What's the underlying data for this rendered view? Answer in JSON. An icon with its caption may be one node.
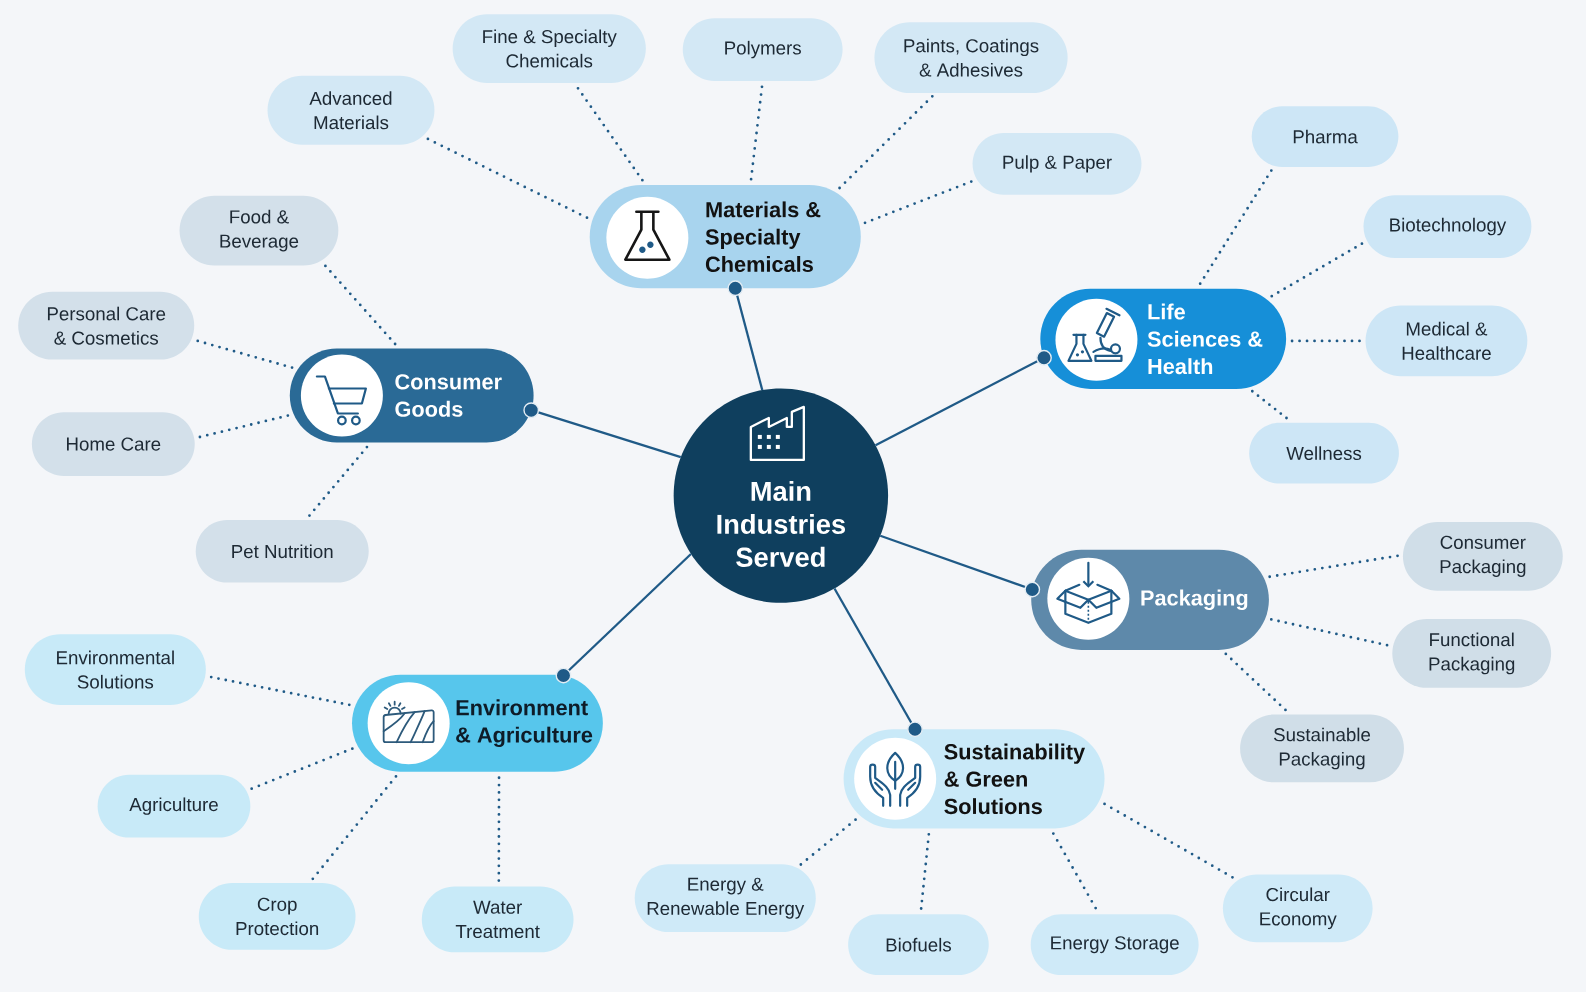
{
  "diagram": {
    "nodes": [
      {
        "text": [
          "Main Industries Served"
        ]
      },
      {
        "text": [
          "Materials & Specialty Chemicals"
        ]
      },
      {
        "text": [
          "Advanced Materials"
        ]
      },
      {
        "text": [
          "Fine & Specialty Chemicals"
        ]
      },
      {
        "text": [
          "Polymers"
        ]
      },
      {
        "text": [
          "Paints, Coatings & Adhesives"
        ]
      },
      {
        "text": [
          "Pulp & Paper"
        ]
      },
      {
        "text": [
          "Life Sciences & Health"
        ]
      },
      {
        "text": [
          "Pharma"
        ]
      },
      {
        "text": [
          "Biotechnology"
        ]
      },
      {
        "text": [
          "Medical & Healthcare"
        ]
      },
      {
        "text": [
          "Wellness"
        ]
      },
      {
        "text": [
          "Packaging"
        ]
      },
      {
        "text": [
          "Consumer Packaging"
        ]
      },
      {
        "text": [
          "Functional Packaging"
        ]
      },
      {
        "text": [
          "Sustainable Packaging"
        ]
      },
      {
        "text": [
          "Sustainability & Green Solutions"
        ]
      },
      {
        "text": [
          "Energy & Renewable Energy"
        ]
      },
      {
        "text": [
          "Biofuels"
        ]
      },
      {
        "text": [
          "Energy Storage"
        ]
      },
      {
        "text": [
          "Circular Economy"
        ]
      },
      {
        "text": [
          "Environment & Agriculture"
        ]
      },
      {
        "text": [
          "Environmental Solutions"
        ]
      },
      {
        "text": [
          "Agriculture"
        ]
      },
      {
        "text": [
          "Crop Protection"
        ]
      },
      {
        "text": [
          "Water Treatment"
        ]
      },
      {
        "text": [
          "Consumer Goods"
        ]
      },
      {
        "text": [
          "Food & Beverage"
        ]
      },
      {
        "text": [
          "Personal Care & Cosmetics"
        ]
      },
      {
        "text": [
          "Home Care"
        ]
      },
      {
        "text": [
          "Pet Nutrition"
        ]
      }
    ],
    "edges": [
      {
        "from": 0,
        "to": 1,
        "arrow": "other"
      },
      {
        "from": 1,
        "to": 2,
        "arrow": "none",
        "style": "dashed"
      },
      {
        "from": 1,
        "to": 3,
        "arrow": "none",
        "style": "dashed"
      },
      {
        "from": 1,
        "to": 4,
        "arrow": "none",
        "style": "dashed"
      },
      {
        "from": 1,
        "to": 5,
        "arrow": "none",
        "style": "dashed"
      },
      {
        "from": 1,
        "to": 6,
        "arrow": "none",
        "style": "dashed"
      },
      {
        "from": 0,
        "to": 7,
        "arrow": "other"
      },
      {
        "from": 7,
        "to": 8,
        "arrow": "none",
        "style": "dashed"
      },
      {
        "from": 7,
        "to": 9,
        "arrow": "none",
        "style": "dashed"
      },
      {
        "from": 7,
        "to": 10,
        "arrow": "none",
        "style": "dashed"
      },
      {
        "from": 7,
        "to": 11,
        "arrow": "none",
        "style": "dashed"
      },
      {
        "from": 0,
        "to": 12,
        "arrow": "other"
      },
      {
        "from": 12,
        "to": 13,
        "arrow": "none",
        "style": "dashed"
      },
      {
        "from": 12,
        "to": 14,
        "arrow": "none",
        "style": "dashed"
      },
      {
        "from": 12,
        "to": 15,
        "arrow": "none",
        "style": "dashed"
      },
      {
        "from": 0,
        "to": 16,
        "arrow": "other"
      },
      {
        "from": 16,
        "to": 17,
        "arrow": "none",
        "style": "dashed"
      },
      {
        "from": 16,
        "to": 18,
        "arrow": "none",
        "style": "dashed"
      },
      {
        "from": 16,
        "to": 19,
        "arrow": "none",
        "style": "dashed"
      },
      {
        "from": 16,
        "to": 20,
        "arrow": "none",
        "style": "dashed"
      },
      {
        "from": 0,
        "to": 21,
        "arrow": "other"
      },
      {
        "from": 21,
        "to": 22,
        "arrow": "none",
        "style": "dashed"
      },
      {
        "from": 21,
        "to": 23,
        "arrow": "none",
        "style": "dashed"
      },
      {
        "from": 21,
        "to": 24,
        "arrow": "none",
        "style": "dashed"
      },
      {
        "from": 21,
        "to": 25,
        "arrow": "none",
        "style": "dashed"
      },
      {
        "from": 0,
        "to": 26,
        "arrow": "other"
      },
      {
        "from": 26,
        "to": 27,
        "arrow": "none",
        "style": "dashed"
      },
      {
        "from": 26,
        "to": 28,
        "arrow": "none",
        "style": "dashed"
      },
      {
        "from": 26,
        "to": 29,
        "arrow": "none",
        "style": "dashed"
      },
      {
        "from": 26,
        "to": 30,
        "arrow": "none",
        "style": "dashed"
      }
    ]
  }
}
